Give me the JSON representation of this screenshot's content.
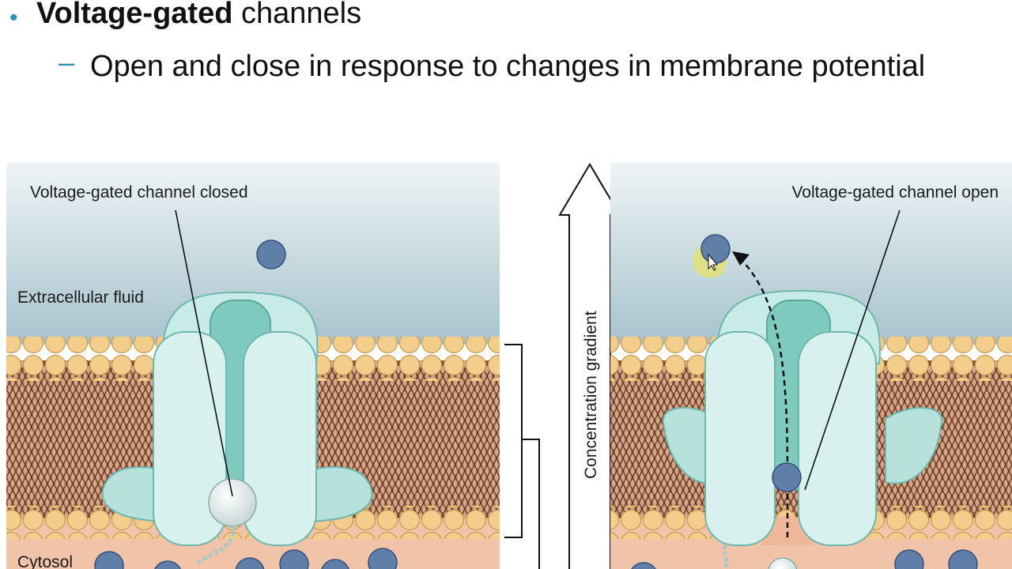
{
  "slide": {
    "bullet_bold": "Voltage-gated",
    "bullet_rest": " channels",
    "sub_dash": "–",
    "sub_text": "Open and close in response to changes in membrane potential"
  },
  "figure": {
    "left_panel": {
      "title": "Voltage-gated channel closed",
      "extracellular_label": "Extracellular fluid",
      "cytosol_label": "Cytosol"
    },
    "right_panel": {
      "title": "Voltage-gated channel open"
    },
    "gradient_label": "Concentration gradient",
    "colors": {
      "extracellular": "#a9c6d0",
      "cytosol": "#f2c4ab",
      "channel": "#bfe5e0",
      "ion": "#5f7fa8",
      "lipid_head": "#f0c987",
      "highlight": "#e8e26a"
    }
  }
}
